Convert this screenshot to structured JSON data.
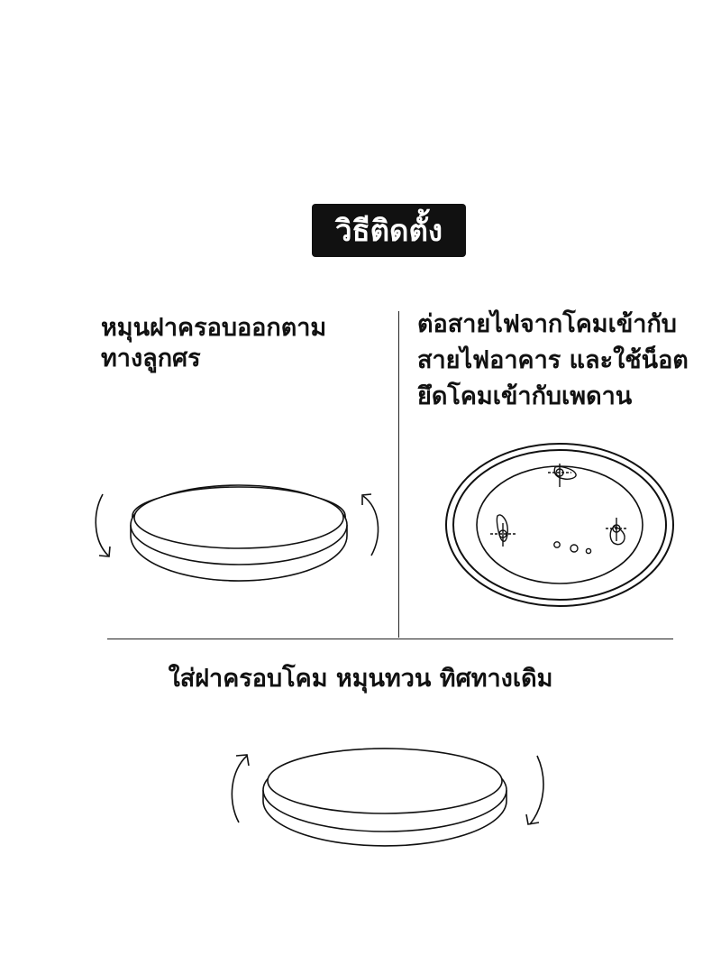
{
  "title": "วิธีติดตั้ง",
  "steps": [
    {
      "text": "หมุนฝาครอบออกตาม\nทางลูกศร"
    },
    {
      "text": "ต่อสายไฟจากโคมเข้ากับ\nสายไฟอาคาร และใช้น็อต\nยึดโคมเข้ากับเพดาน"
    },
    {
      "text": "ใส่ฝาครอบโคม หมุนทวน ทิศทางเดิม"
    }
  ],
  "colors": {
    "ink": "#111111",
    "background": "#ffffff",
    "badge_text": "#ffffff"
  }
}
